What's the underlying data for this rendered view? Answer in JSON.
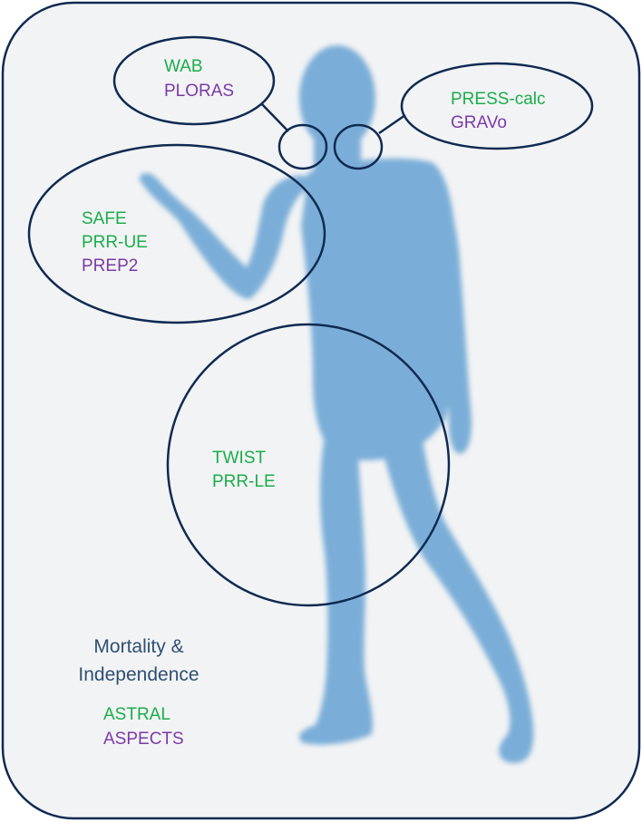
{
  "colors": {
    "panel_fill": "#f2f3f4",
    "panel_border": "#0f2a52",
    "figure": "#7aaed8",
    "outline": "#0f2a52",
    "green_text": "#1aad4b",
    "purple_text": "#7b3aa8",
    "heading_text": "#2e4f73"
  },
  "regions": {
    "head_left": {
      "green": "WAB",
      "purple": "PLORAS"
    },
    "head_right": {
      "green": "PRESS-calc",
      "purple": "GRAVo"
    },
    "upper_limb": {
      "green1": "SAFE",
      "green2": "PRR-UE",
      "purple": "PREP2"
    },
    "lower_limb": {
      "green1": "TWIST",
      "green2": "PRR-LE"
    }
  },
  "global": {
    "heading_line1": "Mortality &",
    "heading_line2": "Independence",
    "green": "ASTRAL",
    "purple": "ASPECTS"
  }
}
